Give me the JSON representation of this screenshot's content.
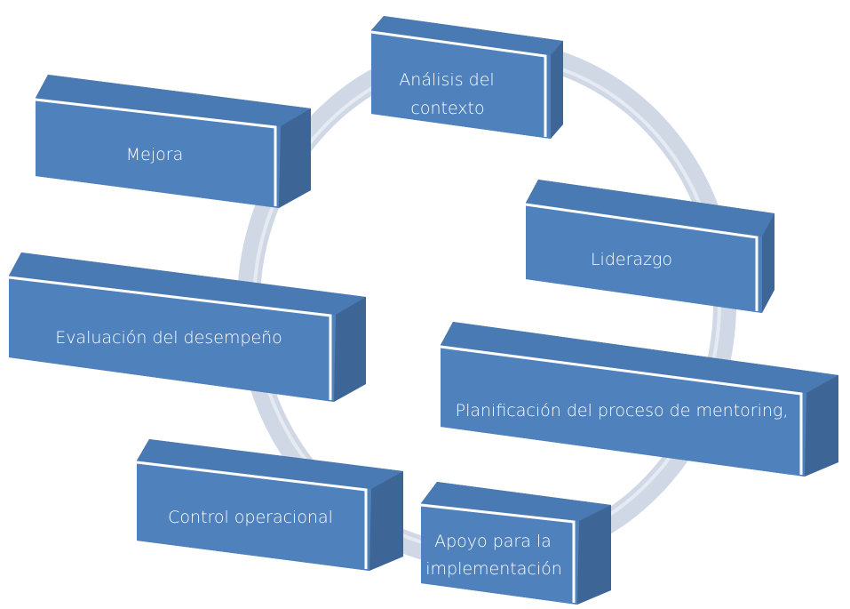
{
  "diagram": {
    "steps": [
      {
        "id": "analisis",
        "lines": [
          "Análisis del",
          "contexto"
        ]
      },
      {
        "id": "liderazgo",
        "lines": [
          "Liderazgo"
        ]
      },
      {
        "id": "planificacion",
        "lines": [
          "Planificación del proceso de mentoring,"
        ]
      },
      {
        "id": "apoyo",
        "lines": [
          "Apoyo para la",
          "implementación"
        ]
      },
      {
        "id": "control",
        "lines": [
          "Control operacional"
        ]
      },
      {
        "id": "evaluacion",
        "lines": [
          "Evaluación del desempeño"
        ]
      },
      {
        "id": "mejora",
        "lines": [
          "Mejora"
        ]
      }
    ],
    "colors": {
      "box_front": "#4f81bd",
      "box_top": "#4a7ab3",
      "box_side": "#3d6595",
      "ring": "#d0d8e6",
      "ring_highlight": "#e6ebf3",
      "text": "#ffffff"
    }
  }
}
